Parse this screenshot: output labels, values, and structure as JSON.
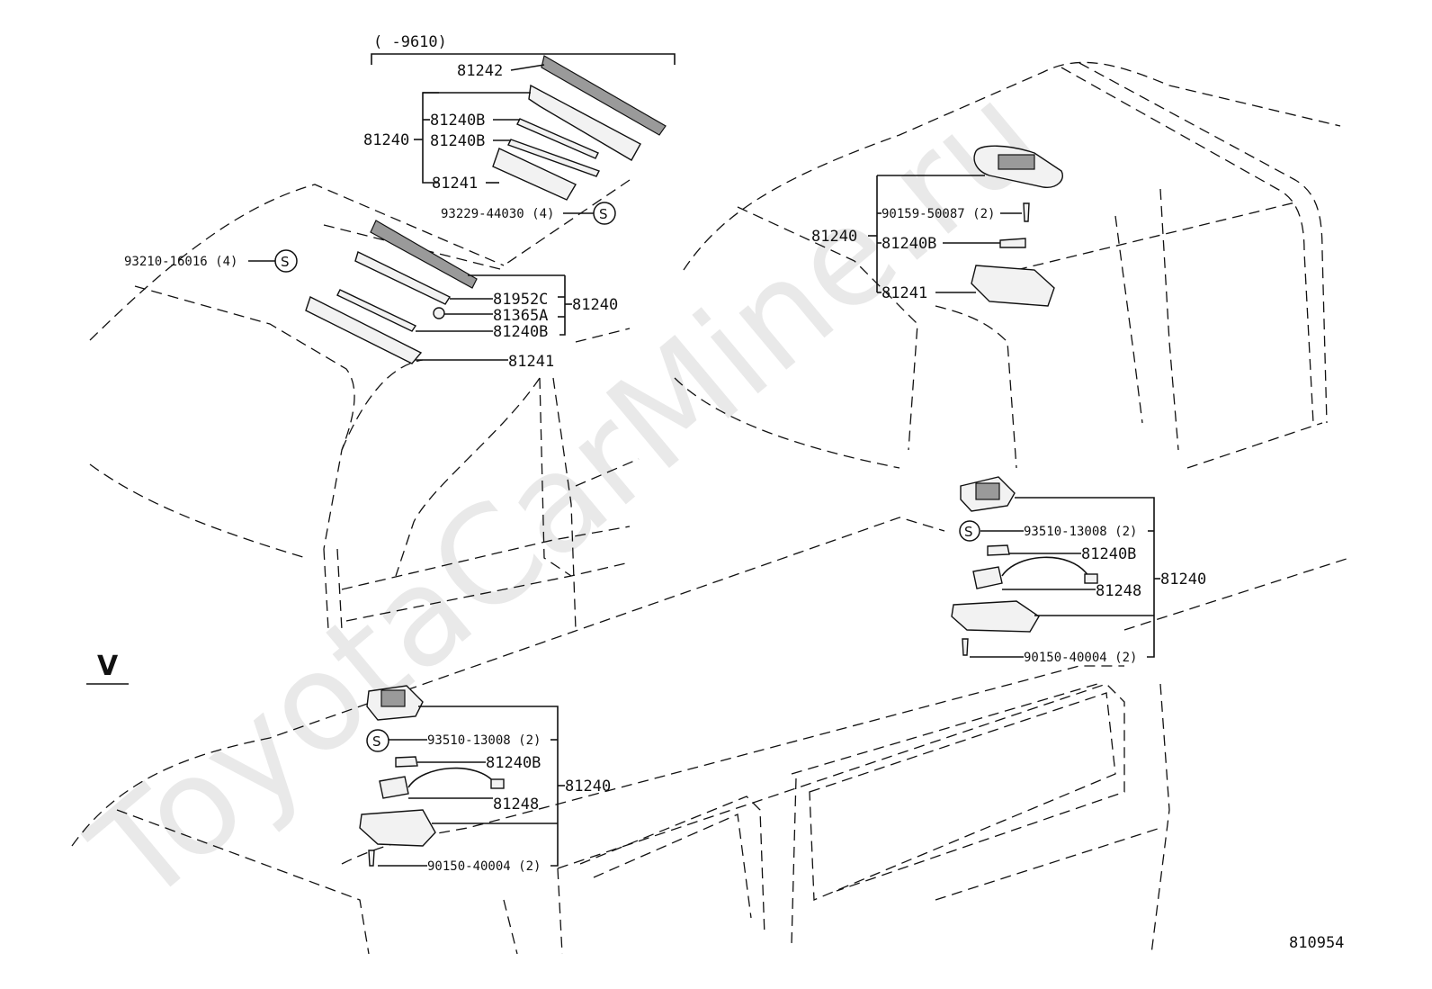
{
  "watermark": "ToyotaCarMine.ru",
  "figure_number": "810954",
  "view_marker": "V",
  "group_top_left": {
    "date_range": "(      -9610)",
    "labels": {
      "p81242": "81242",
      "p81240": "81240",
      "p81240B_1": "81240B",
      "p81240B_2": "81240B",
      "p81241": "81241",
      "screw": "93229-44030 (4)"
    }
  },
  "group_center_left": {
    "labels": {
      "screw": "93210-16016 (4)",
      "p81952C": "81952C",
      "p81365A": "81365A",
      "p81240B": "81240B",
      "p81241": "81241",
      "p81240": "81240"
    }
  },
  "group_top_right": {
    "labels": {
      "p81240": "81240",
      "screw": "90159-50087 (2)",
      "p81240B": "81240B",
      "p81241": "81241"
    }
  },
  "group_mid_right": {
    "labels": {
      "screw_s": "93510-13008 (2)",
      "p81240B": "81240B",
      "p81248": "81248",
      "p81240": "81240",
      "screw": "90150-40004 (2)"
    }
  },
  "group_bottom_left": {
    "labels": {
      "screw_s": "93510-13008 (2)",
      "p81240B": "81240B",
      "p81248": "81248",
      "p81240": "81240",
      "screw": "90150-40004 (2)"
    }
  },
  "s_symbol": "S"
}
